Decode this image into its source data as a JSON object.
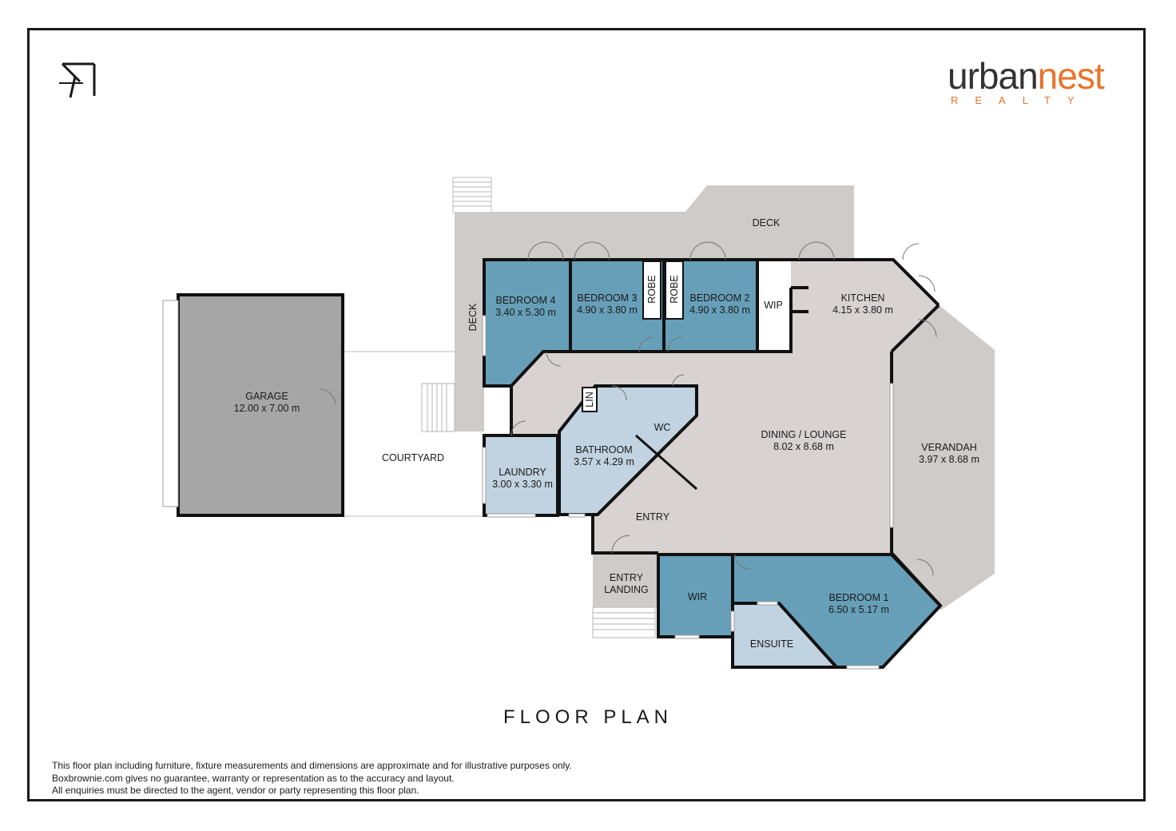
{
  "brand": {
    "name_part1": "urban",
    "name_part2": "nest",
    "tagline": "REALTY"
  },
  "colors": {
    "bedroom": "#679fb8",
    "wet_area": "#c1d3e0",
    "living": "#d8d3d1",
    "deck": "#cfcbc8",
    "garage": "#a6a6a6",
    "wall": "#111111",
    "brand_orange": "#e8742b"
  },
  "north_icon": "north-arrow-icon",
  "rooms": {
    "garage": {
      "name": "GARAGE",
      "size": "12.00 x 7.00 m"
    },
    "courtyard": {
      "name": "COURTYARD"
    },
    "deck_side": {
      "name": "DECK"
    },
    "deck_top": {
      "name": "DECK"
    },
    "bedroom4": {
      "name": "BEDROOM 4",
      "size": "3.40 x 5.30 m"
    },
    "bedroom3": {
      "name": "BEDROOM 3",
      "size": "4.90 x 3.80 m"
    },
    "robe1": {
      "name": "ROBE"
    },
    "robe2": {
      "name": "ROBE"
    },
    "bedroom2": {
      "name": "BEDROOM 2",
      "size": "4.90 x 3.80 m"
    },
    "wip": {
      "name": "WIP"
    },
    "kitchen": {
      "name": "KITCHEN",
      "size": "4.15 x 3.80 m"
    },
    "lin": {
      "name": "LIN"
    },
    "wc": {
      "name": "WC"
    },
    "bathroom": {
      "name": "BATHROOM",
      "size": "3.57 x 4.29 m"
    },
    "laundry": {
      "name": "LAUNDRY",
      "size": "3.00 x 3.30 m"
    },
    "dining": {
      "name": "DINING / LOUNGE",
      "size": "8.02 x 8.68 m"
    },
    "verandah": {
      "name": "VERANDAH",
      "size": "3.97 x 8.68 m"
    },
    "entry": {
      "name": "ENTRY"
    },
    "entry_landing": {
      "name_line1": "ENTRY",
      "name_line2": "LANDING"
    },
    "wir": {
      "name": "WIR"
    },
    "bedroom1": {
      "name": "BEDROOM 1",
      "size": "6.50 x 5.17 m"
    },
    "ensuite": {
      "name": "ENSUITE"
    }
  },
  "title": "FLOOR PLAN",
  "disclaimer": [
    "This floor plan including furniture, fixture measurements and dimensions are approximate and for illustrative purposes only.",
    "Boxbrownie.com gives no guarantee, warranty or representation as to the accuracy and layout.",
    "All enquiries must be directed to the agent, vendor or party representing this floor plan."
  ]
}
